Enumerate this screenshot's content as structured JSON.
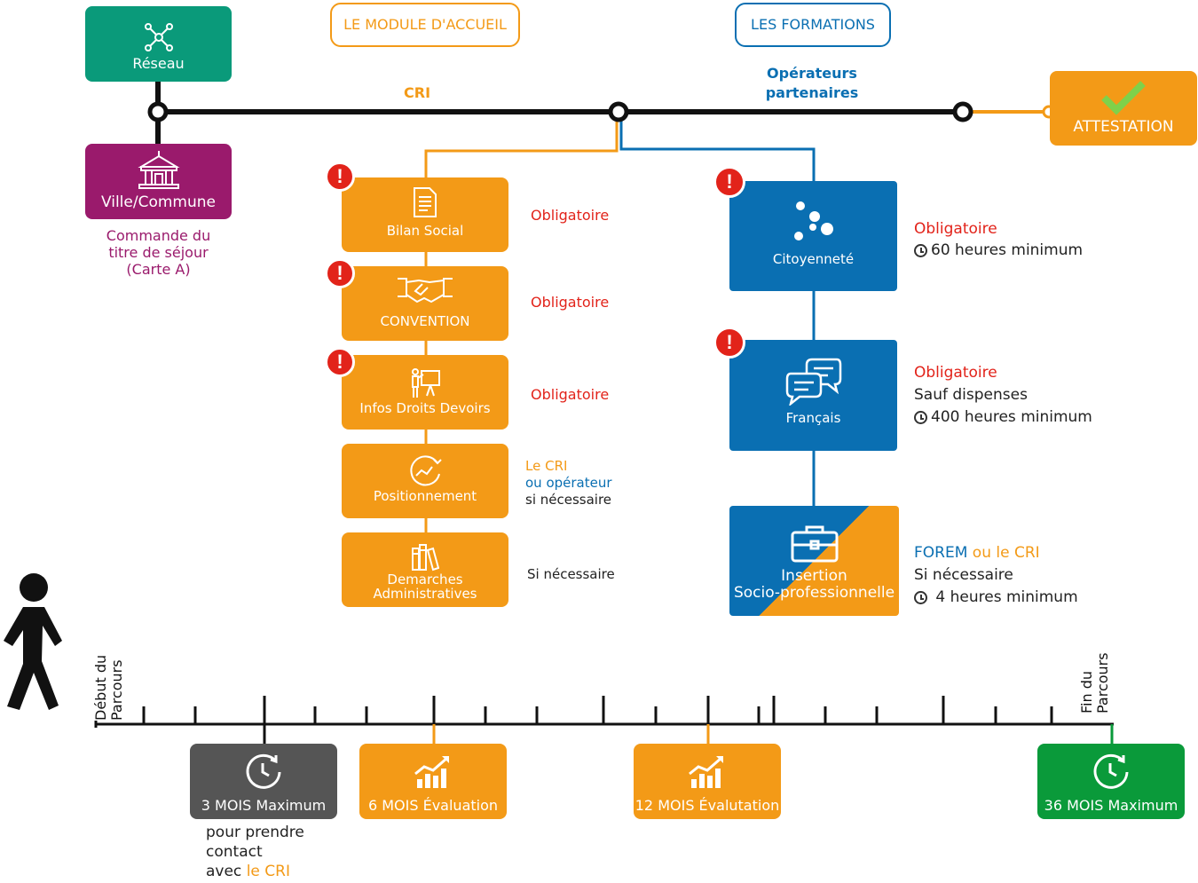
{
  "headers": {
    "module_accueil": "LE MODULE D'ACCUEIL",
    "formations": "LES FORMATIONS"
  },
  "line_labels": {
    "cri": "CRI",
    "operateurs": "Opérateurs partenaires"
  },
  "reseau": {
    "label": "Réseau",
    "color": "#0a9a7a"
  },
  "ville": {
    "label": "Ville/Commune",
    "color": "#9a1a6c"
  },
  "commande": {
    "line1": "Commande du",
    "line2": "titre de séjour",
    "line3": "(Carte A)"
  },
  "attestation": {
    "label": "ATTESTATION"
  },
  "accueil_steps": [
    {
      "label": "Bilan Social",
      "icon": "document-icon",
      "note": "Obligatoire",
      "mandatory": true
    },
    {
      "label": "CONVENTION",
      "icon": "handshake-icon",
      "note": "Obligatoire",
      "mandatory": true
    },
    {
      "label": "Infos Droits Devoirs",
      "icon": "presentation-icon",
      "note": "Obligatoire",
      "mandatory": true
    },
    {
      "label": "Positionnement",
      "icon": "chart-circle-icon",
      "note_line1": "Le CRI",
      "note_line2": "ou opérateur",
      "note_line3": "si nécessaire",
      "mandatory": false
    },
    {
      "label_line1": "Demarches",
      "label_line2": "Administratives",
      "icon": "books-icon",
      "note": "Si nécessaire",
      "mandatory": false
    }
  ],
  "formations_steps": [
    {
      "label": "Citoyenneté",
      "icon": "dots-icon",
      "note_line1": "Obligatoire",
      "note_line2": "60 heures minimum",
      "mandatory": true
    },
    {
      "label": "Français",
      "icon": "speech-bubbles-icon",
      "note_line1": "Obligatoire",
      "note_line2": "Sauf dispenses",
      "note_line3": "400 heures minimum",
      "mandatory": true
    },
    {
      "label_line1": "Insertion",
      "label_line2": "Socio-professionnelle",
      "icon": "briefcase-icon",
      "note_forem": "FOREM",
      "note_ou": "ou le CRI",
      "note_line2": "Si nécessaire",
      "note_line3": "4 heures minimum",
      "mandatory": false
    }
  ],
  "timeline": {
    "start_line1": "Début du",
    "start_line2": "Parcours",
    "end_line1": "Fin du",
    "end_line2": "Parcours",
    "milestones": [
      {
        "label": "3 MOIS Maximum",
        "icon": "clock-icon",
        "color": "#555555"
      },
      {
        "label": "6 MOIS Évaluation",
        "icon": "growth-chart-icon",
        "color": "#f39a17"
      },
      {
        "label": "12 MOIS Évalutation",
        "icon": "growth-chart-icon",
        "color": "#f39a17"
      },
      {
        "label": "36 MOIS Maximum",
        "icon": "clock-icon",
        "color": "#0a9a3a"
      }
    ],
    "contact_note": {
      "line1": "pour prendre",
      "line2": "contact",
      "line3": "avec",
      "cri": "le CRI"
    }
  },
  "colors": {
    "orange": "#f39a17",
    "blue": "#0a6fb2",
    "red": "#e2231a",
    "green": "#0a9a3a"
  }
}
